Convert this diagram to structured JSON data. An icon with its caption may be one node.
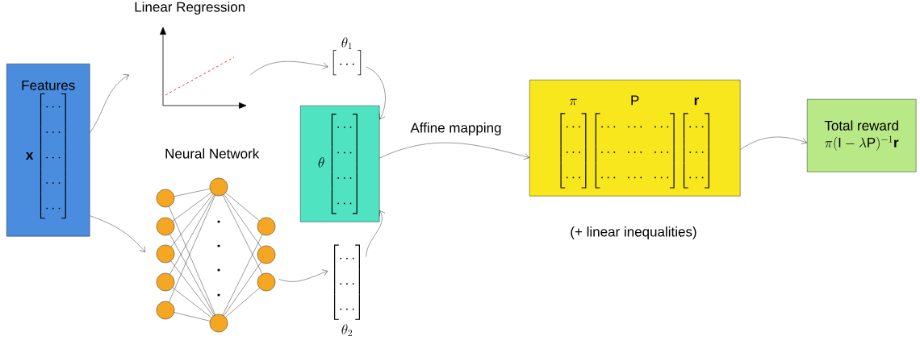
{
  "diagram": {
    "nodes": [
      {
        "text": [
          "Features",
          "\\mathbf{x}\\begin{bmatrix}\\cdots\\\\\\cdots\\\\\\cdots\\\\\\cdots\\\\\\cdots\\end{bmatrix}"
        ]
      },
      {
        "text": [
          "Linear Regression"
        ]
      },
      {
        "text": [
          "Neural Network"
        ]
      },
      {
        "text": [
          "\\theta_1",
          "\\begin{bmatrix}\\,\\cdots\\,\\end{bmatrix}"
        ]
      },
      {
        "text": [
          "\\theta\\begin{bmatrix}\\cdots\\\\\\cdots\\\\\\cdots\\\\\\cdots\\end{bmatrix}"
        ]
      },
      {
        "text": [
          "\\begin{bmatrix}\\cdots\\\\\\cdots\\\\\\cdots\\end{bmatrix}",
          "\\theta_2"
        ]
      },
      {
        "text": [
          "\\pi",
          "\\mathrm{P}",
          "\\mathbf{r}",
          "\\begin{bmatrix}\\cdots\\\\\\cdots\\\\\\cdots\\end{bmatrix}",
          "\\begin{bmatrix}\\cdots&\\cdots&\\cdots\\\\\\cdots&\\cdots&\\cdots\\\\\\cdots&\\cdots&\\cdots\\end{bmatrix}",
          "\\begin{bmatrix}\\cdots\\\\\\cdots\\\\\\cdots\\end{bmatrix}"
        ],
        "beside": [
          "(+ linear inequalities)"
        ]
      },
      {
        "text": [
          "Total reward",
          "\\pi(\\mathrm{I}-\\lambda\\mathrm{P})^{-1}\\mathbf{r}"
        ]
      }
    ],
    "edges": [
      {
        "from": 0,
        "to": 1,
        "arrow": "to"
      },
      {
        "from": 0,
        "to": 2,
        "arrow": "to"
      },
      {
        "from": 1,
        "to": 3,
        "arrow": "to"
      },
      {
        "from": 2,
        "to": 5,
        "arrow": "to"
      },
      {
        "from": 3,
        "to": 4,
        "arrow": "to"
      },
      {
        "from": 5,
        "to": 4,
        "arrow": "to"
      },
      {
        "from": 4,
        "to": 6,
        "arrow": "to",
        "label": "Affine mapping"
      },
      {
        "from": 6,
        "to": 7,
        "arrow": "to"
      }
    ]
  }
}
